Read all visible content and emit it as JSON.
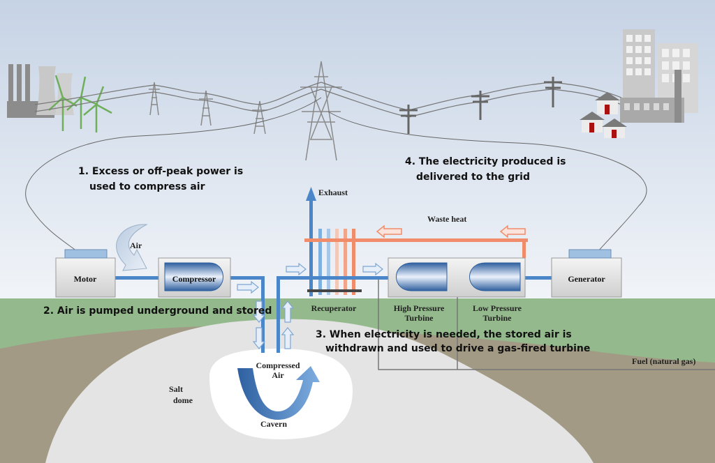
{
  "colors": {
    "sky_top": "#c9d5e6",
    "sky_bottom": "#eef2f7",
    "ground": "#93b98c",
    "earth": "#a29a84",
    "salt_dome": "#e6e6e6",
    "pipe_blue": "#4a86c8",
    "pipe_orange": "#f08c6a",
    "building_gray": "#8c8c8c"
  },
  "steps": {
    "step1_line1": "1. Excess or off-peak power is",
    "step1_line2": "used to compress air",
    "step2": "2. Air is pumped underground and stored",
    "step3_line1": "3. When electricity is needed, the stored air is",
    "step3_line2": "withdrawn and used to drive a gas-fired turbine",
    "step4_line1": "4. The electricity produced is",
    "step4_line2": "delivered to the grid"
  },
  "components": {
    "motor": "Motor",
    "compressor": "Compressor",
    "generator": "Generator",
    "recuperator": "Recuperator",
    "hp_turbine_line1": "High Pressure",
    "hp_turbine_line2": "Turbine",
    "lp_turbine_line1": "Low Pressure",
    "lp_turbine_line2": "Turbine"
  },
  "labels": {
    "air": "Air",
    "exhaust": "Exhaust",
    "waste_heat": "Waste heat",
    "fuel": "Fuel (natural gas)",
    "compressed_air_line1": "Compressed",
    "compressed_air_line2": "Air",
    "salt_dome_line1": "Salt",
    "salt_dome_line2": "dome",
    "cavern": "Cavern"
  }
}
